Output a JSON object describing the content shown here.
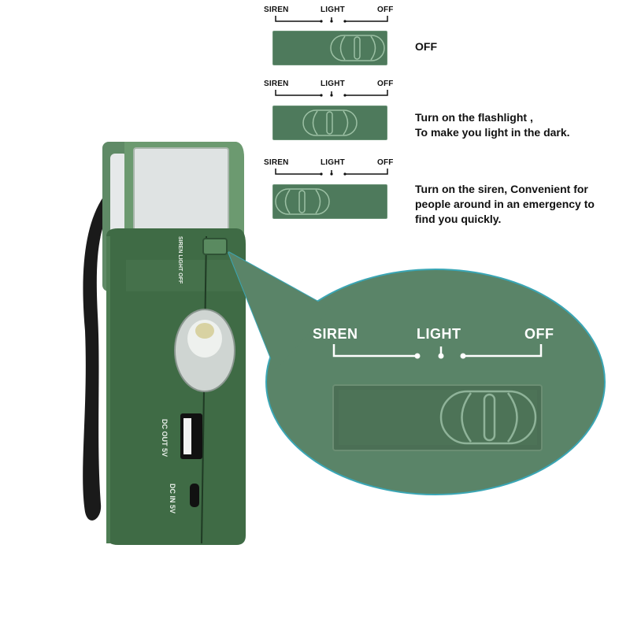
{
  "diagrams": [
    {
      "labels": {
        "siren": "SIREN",
        "light": "LIGHT",
        "off": "OFF"
      },
      "switch_position": "off",
      "description": [
        "OFF"
      ]
    },
    {
      "labels": {
        "siren": "SIREN",
        "light": "LIGHT",
        "off": "OFF"
      },
      "switch_position": "light",
      "description": [
        "Turn on the flashlight ,",
        "To make you light in the dark."
      ]
    },
    {
      "labels": {
        "siren": "SIREN",
        "light": "LIGHT",
        "off": "OFF"
      },
      "switch_position": "siren",
      "description": [
        "Turn on the siren, Convenient for",
        "people around in an emergency to",
        "find you quickly."
      ]
    }
  ],
  "callout": {
    "labels": {
      "siren": "SIREN",
      "light": "LIGHT",
      "off": "OFF"
    },
    "switch_position": "off"
  },
  "device": {
    "port_labels": {
      "dc_out": "DC OUT 5V",
      "dc_in": "DC IN 5V"
    },
    "switch_label": "SIREN LIGHT OFF"
  },
  "colors": {
    "panel_green": "#4e7a5c",
    "callout_green": "#5a8468",
    "device_green": "#3f6b45",
    "outline": "#9cc0a4"
  }
}
